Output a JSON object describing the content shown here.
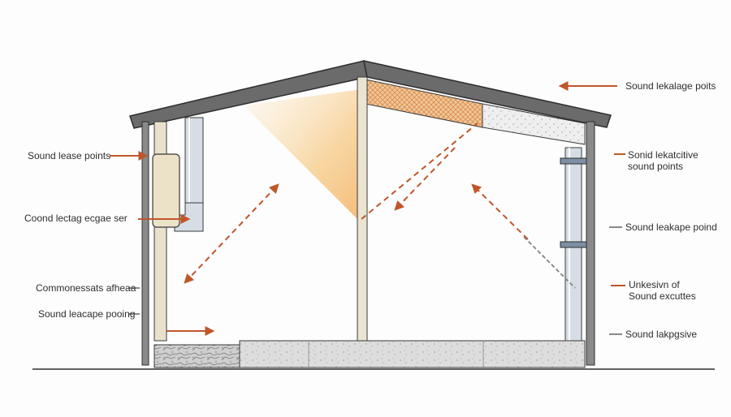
{
  "labels": {
    "right_top": "Sound lekalage poits",
    "right_mid_1": "Sonid lekatcitive",
    "right_mid_2": "sound points",
    "right_pond": "Sound leakape poind",
    "right_low_1": "Unkesivn of",
    "right_low_2": "Sound excuttes",
    "right_bottom": "Sound lakpgsive",
    "left_top": "Sound lease points",
    "left_mid": "Coond lectag ecgae ser",
    "left_low_1": "Commonessats afheaa",
    "left_low_2": "Sound leacape pooing"
  },
  "colors": {
    "arrow": "#c0562a",
    "outline": "#3a3a3a",
    "roof": "#6b6b6b",
    "wall": "#8a8a8a",
    "light": "#f6c985",
    "insulation": "#f1c89a",
    "slab": "#dcdcdc"
  }
}
